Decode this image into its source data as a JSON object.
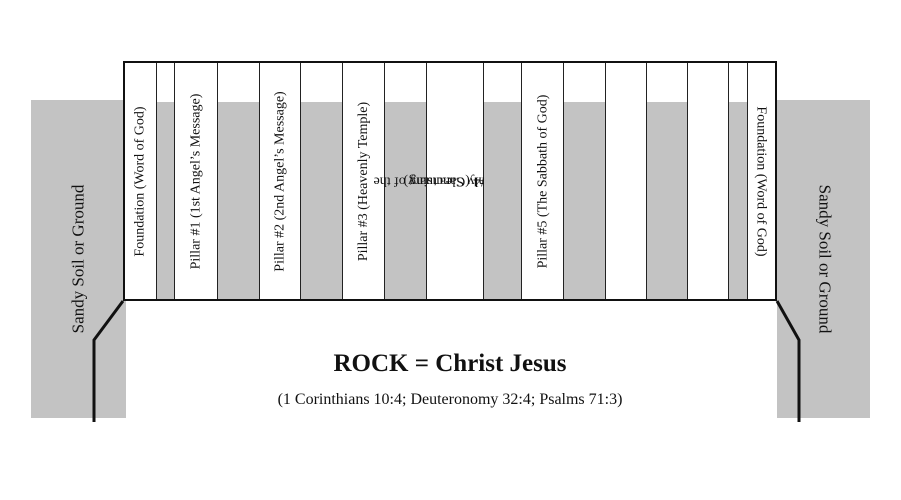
{
  "left_soil": "Sandy Soil or Ground",
  "right_soil": "Sandy Soil or Ground",
  "columns": {
    "foundation_left": "Foundation (Word of God)",
    "pillar1": "Pillar #1 (1st Angel’s Message)",
    "pillar2": "Pillar #2 (2nd Angel’s Message)",
    "pillar3": "Pillar #3 (Heavenly Temple)",
    "pillar4_line1": "Pillar #4 (Cleansing of the",
    "pillar4_line2": "Heavenly Sanctuary)",
    "pillar5": "Pillar #5 (The Sabbath of God)",
    "foundation_right": "Foundation (Word of God)"
  },
  "rock": {
    "title": "ROCK = Christ Jesus",
    "references": "(1 Corinthians 10:4; Deuteronomy 32:4; Psalms 71:3)"
  },
  "colors": {
    "soil": "#c3c3c3",
    "outline": "#111111",
    "background": "#ffffff"
  }
}
